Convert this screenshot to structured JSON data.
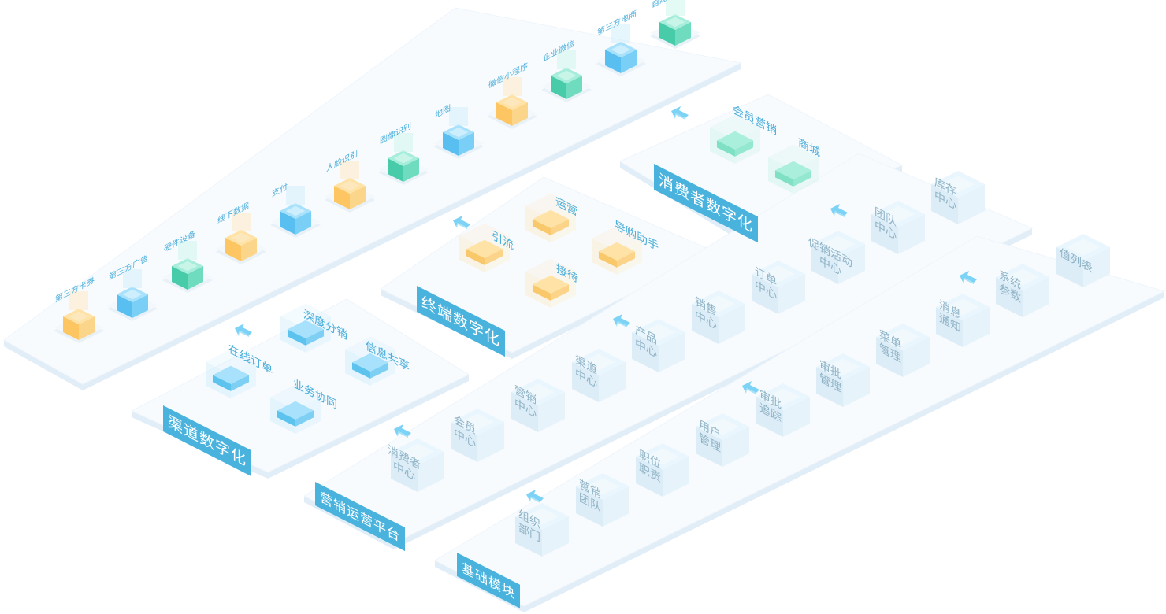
{
  "title": "数字化平台架构图",
  "colors": {
    "accent_blue": "#4ab3dd",
    "cube_orange": "#fbc66a",
    "cube_blue": "#5cc2ee",
    "cube_green": "#4fd2b0",
    "pale_cube": "#e3f3fb",
    "platform": "#f8fbfe",
    "platform_edge": "#e2eef7",
    "label_blue": "#4aaedb",
    "label_grey": "#8fb3c6"
  },
  "integrations": {
    "items": [
      {
        "label": "第三方卡券",
        "color": "orange"
      },
      {
        "label": "第三方广告",
        "color": "blue"
      },
      {
        "label": "硬件设备",
        "color": "green"
      },
      {
        "label": "线下数据",
        "color": "orange"
      },
      {
        "label": "支付",
        "color": "blue"
      },
      {
        "label": "人脸识别",
        "color": "orange"
      },
      {
        "label": "图像识别",
        "color": "green"
      },
      {
        "label": "地图",
        "color": "blue"
      },
      {
        "label": "微信小程序",
        "color": "orange"
      },
      {
        "label": "企业微信",
        "color": "green"
      },
      {
        "label": "第三方电商",
        "color": "blue"
      },
      {
        "label": "自建电商",
        "color": "green"
      }
    ]
  },
  "consumer": {
    "title": "消费者数字化",
    "items": [
      "会员营销",
      "商城"
    ]
  },
  "terminal": {
    "title": "终端数字化",
    "items": [
      "引流",
      "运营",
      "接待",
      "导购助手"
    ]
  },
  "channel": {
    "title": "渠道数字化",
    "items": [
      "在线订单",
      "深度分销",
      "业务协同",
      "信息共享"
    ]
  },
  "marketing": {
    "title": "营销运营平台",
    "items": [
      [
        "消费者",
        "中心"
      ],
      [
        "会员",
        "中心"
      ],
      [
        "营销",
        "中心"
      ],
      [
        "渠道",
        "中心"
      ],
      [
        "产品",
        "中心"
      ],
      [
        "销售",
        "中心"
      ],
      [
        "订单",
        "中心"
      ],
      [
        "促销活动",
        "中心"
      ],
      [
        "团队",
        "中心"
      ],
      [
        "库存",
        "中心"
      ]
    ]
  },
  "base": {
    "title": "基础模块",
    "items": [
      [
        "组织",
        "部门"
      ],
      [
        "营销",
        "团队"
      ],
      [
        "职位",
        "职责"
      ],
      [
        "用户",
        "管理"
      ],
      [
        "审批",
        "追踪"
      ],
      [
        "审批",
        "管理"
      ],
      [
        "菜单",
        "管理"
      ],
      [
        "消息",
        "通知"
      ],
      [
        "系统",
        "参数"
      ],
      [
        "值列表"
      ]
    ]
  }
}
